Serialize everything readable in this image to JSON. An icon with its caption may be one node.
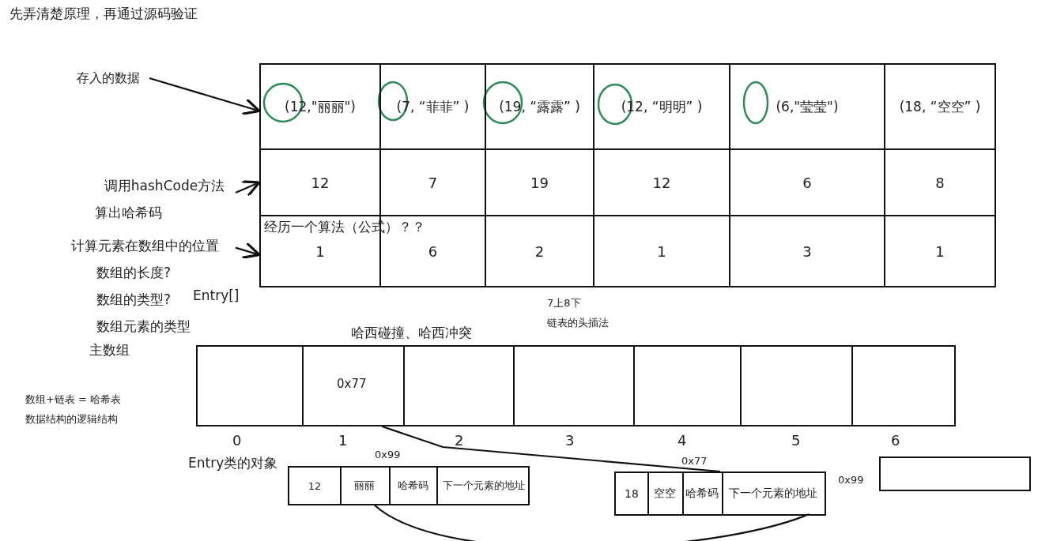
{
  "diagram": {
    "title": "先弄清楚原理，再通过源码验证",
    "nodes": [
      {
        "text": [
          "存入的数据"
        ]
      },
      {
        "text": [
          "(12,\"丽丽\")"
        ]
      },
      {
        "text": [
          "(7, “菲菲” )"
        ]
      },
      {
        "text": [
          "(19, “露露” )"
        ]
      },
      {
        "text": [
          "(12, “明明” )"
        ]
      },
      {
        "text": [
          "(6,\"莹莹\")"
        ]
      },
      {
        "text": [
          "(18, “空空” )"
        ]
      },
      {
        "text": [
          "调用hashCode方法"
        ]
      },
      {
        "text": [
          "12"
        ]
      },
      {
        "text": [
          "7"
        ]
      },
      {
        "text": [
          "19"
        ]
      },
      {
        "text": [
          "12"
        ]
      },
      {
        "text": [
          "6"
        ]
      },
      {
        "text": [
          "8"
        ]
      },
      {
        "text": [
          "计算元素在数组中的位置"
        ]
      },
      {
        "text": [
          "1"
        ]
      },
      {
        "text": [
          "6"
        ]
      },
      {
        "text": [
          "2"
        ]
      },
      {
        "text": [
          "1"
        ]
      },
      {
        "text": [
          "3"
        ]
      },
      {
        "text": [
          "1"
        ]
      },
      {
        "text": [],
        "shape": "box",
        "beside": [
          "0"
        ]
      },
      {
        "text": [
          "0x77"
        ],
        "beside": [
          "1"
        ]
      },
      {
        "text": [],
        "shape": "box",
        "beside": [
          "2"
        ]
      },
      {
        "text": [],
        "shape": "box",
        "beside": [
          "3"
        ]
      },
      {
        "text": [],
        "shape": "box",
        "beside": [
          "4"
        ]
      },
      {
        "text": [],
        "shape": "box",
        "beside": [
          "5"
        ]
      },
      {
        "text": [],
        "shape": "box",
        "beside": [
          "6"
        ]
      },
      {
        "text": [],
        "shape": "box",
        "beside": [
          "0x99"
        ]
      },
      {
        "text": [
          "12"
        ],
        "in": 28
      },
      {
        "text": [
          "丽丽"
        ],
        "in": 28
      },
      {
        "text": [
          "哈希码"
        ],
        "in": 28
      },
      {
        "text": [
          "下一个元素的地址"
        ],
        "in": 28
      },
      {
        "text": [],
        "shape": "box",
        "beside": [
          "0x77"
        ]
      },
      {
        "text": [
          "18"
        ],
        "in": 33
      },
      {
        "text": [
          "空空"
        ],
        "in": 33
      },
      {
        "text": [
          "哈希码"
        ],
        "in": 33
      },
      {
        "text": [
          "下一个元素的地址"
        ],
        "in": 33,
        "beside": [
          "0x99"
        ]
      },
      {
        "text": [],
        "shape": "box"
      }
    ],
    "edges": [
      {
        "from": 0,
        "to": 1,
        "arrow": "to"
      },
      {
        "from": 7,
        "to": 8,
        "arrow": "to"
      },
      {
        "from": 14,
        "to": 15,
        "arrow": "to"
      },
      {
        "from": 22,
        "to": 33,
        "arrow": "none"
      },
      {
        "from": 28,
        "to": 37,
        "arrow": "none"
      }
    ],
    "labels": [
      "算出哈希码",
      "经历一个算法（公式）？？",
      "数组的长度?",
      "数组的类型?",
      "Entry[]",
      "数组元素的类型",
      "7上8下",
      "链表的头插法",
      "哈西碰撞、哈西冲突",
      "主数组",
      "数组+链表 = 哈希表",
      "数据结构的逻辑结构",
      "Entry类的对象"
    ]
  }
}
